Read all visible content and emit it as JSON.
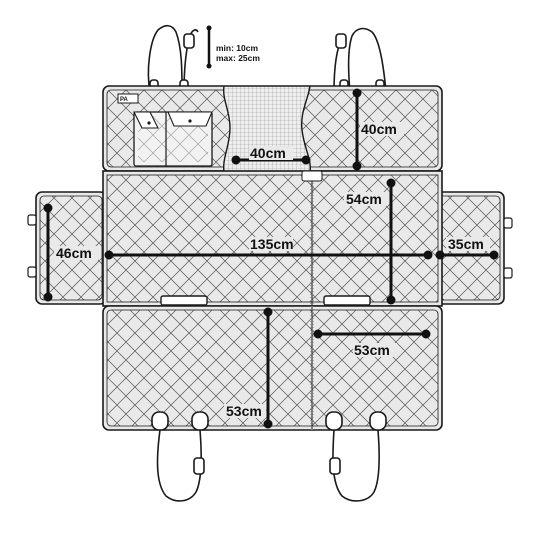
{
  "strap_note": {
    "min": "min: 10cm",
    "max": "max: 25cm"
  },
  "dimensions": {
    "total_width": "135cm",
    "total_depth": "54cm",
    "side_flap_height": "46cm",
    "side_flap_width": "35cm",
    "mesh_window_width": "40cm",
    "backrest_height": "40cm",
    "half_width": "53cm",
    "front_flap_height": "53cm"
  },
  "logo": {
    "text": "PA"
  },
  "colors": {
    "fabric": "#e9e9e9",
    "outline": "#1a1a1a",
    "quilt": "#555555",
    "mesh": "#d8d8d8",
    "dimension_line": "#111111"
  }
}
